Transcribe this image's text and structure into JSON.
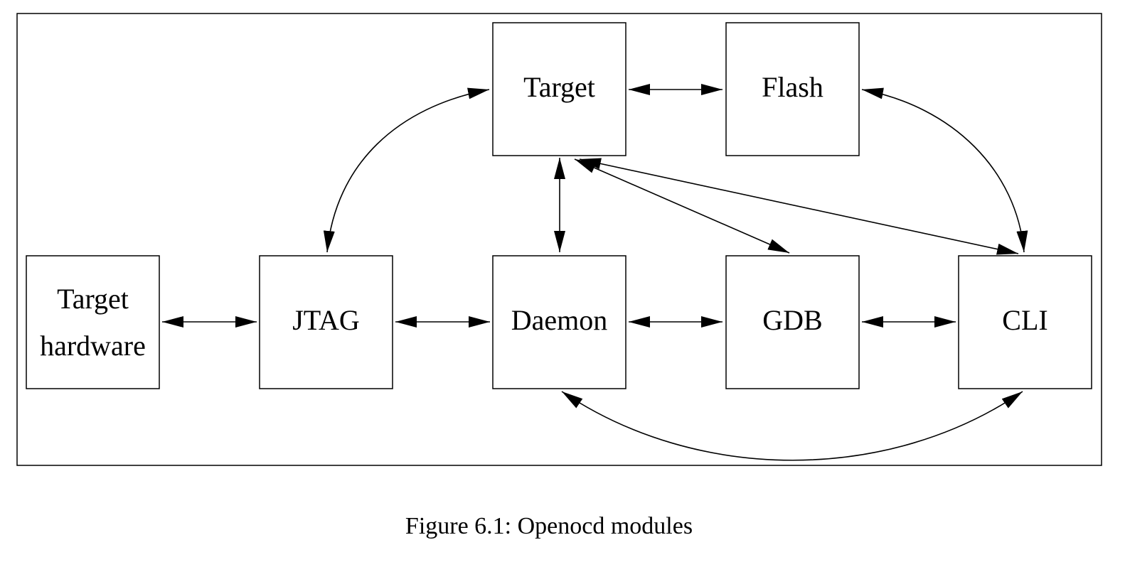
{
  "nodes": {
    "target": "Target",
    "flash": "Flash",
    "target_hardware_line1": "Target",
    "target_hardware_line2": "hardware",
    "jtag": "JTAG",
    "daemon": "Daemon",
    "gdb": "GDB",
    "cli": "CLI"
  },
  "edges": [
    {
      "from": "Target",
      "to": "Flash",
      "direction": "both"
    },
    {
      "from": "Target hardware",
      "to": "JTAG",
      "direction": "both"
    },
    {
      "from": "JTAG",
      "to": "Daemon",
      "direction": "both"
    },
    {
      "from": "Daemon",
      "to": "GDB",
      "direction": "both"
    },
    {
      "from": "GDB",
      "to": "CLI",
      "direction": "both"
    },
    {
      "from": "Target",
      "to": "Daemon",
      "direction": "both"
    },
    {
      "from": "Target",
      "to": "JTAG",
      "direction": "both"
    },
    {
      "from": "Flash",
      "to": "CLI",
      "direction": "both"
    },
    {
      "from": "Target",
      "to": "GDB",
      "direction": "both"
    },
    {
      "from": "Target",
      "to": "CLI",
      "direction": "both"
    },
    {
      "from": "Daemon",
      "to": "CLI",
      "direction": "both"
    }
  ],
  "caption": "Figure 6.1: Openocd modules"
}
